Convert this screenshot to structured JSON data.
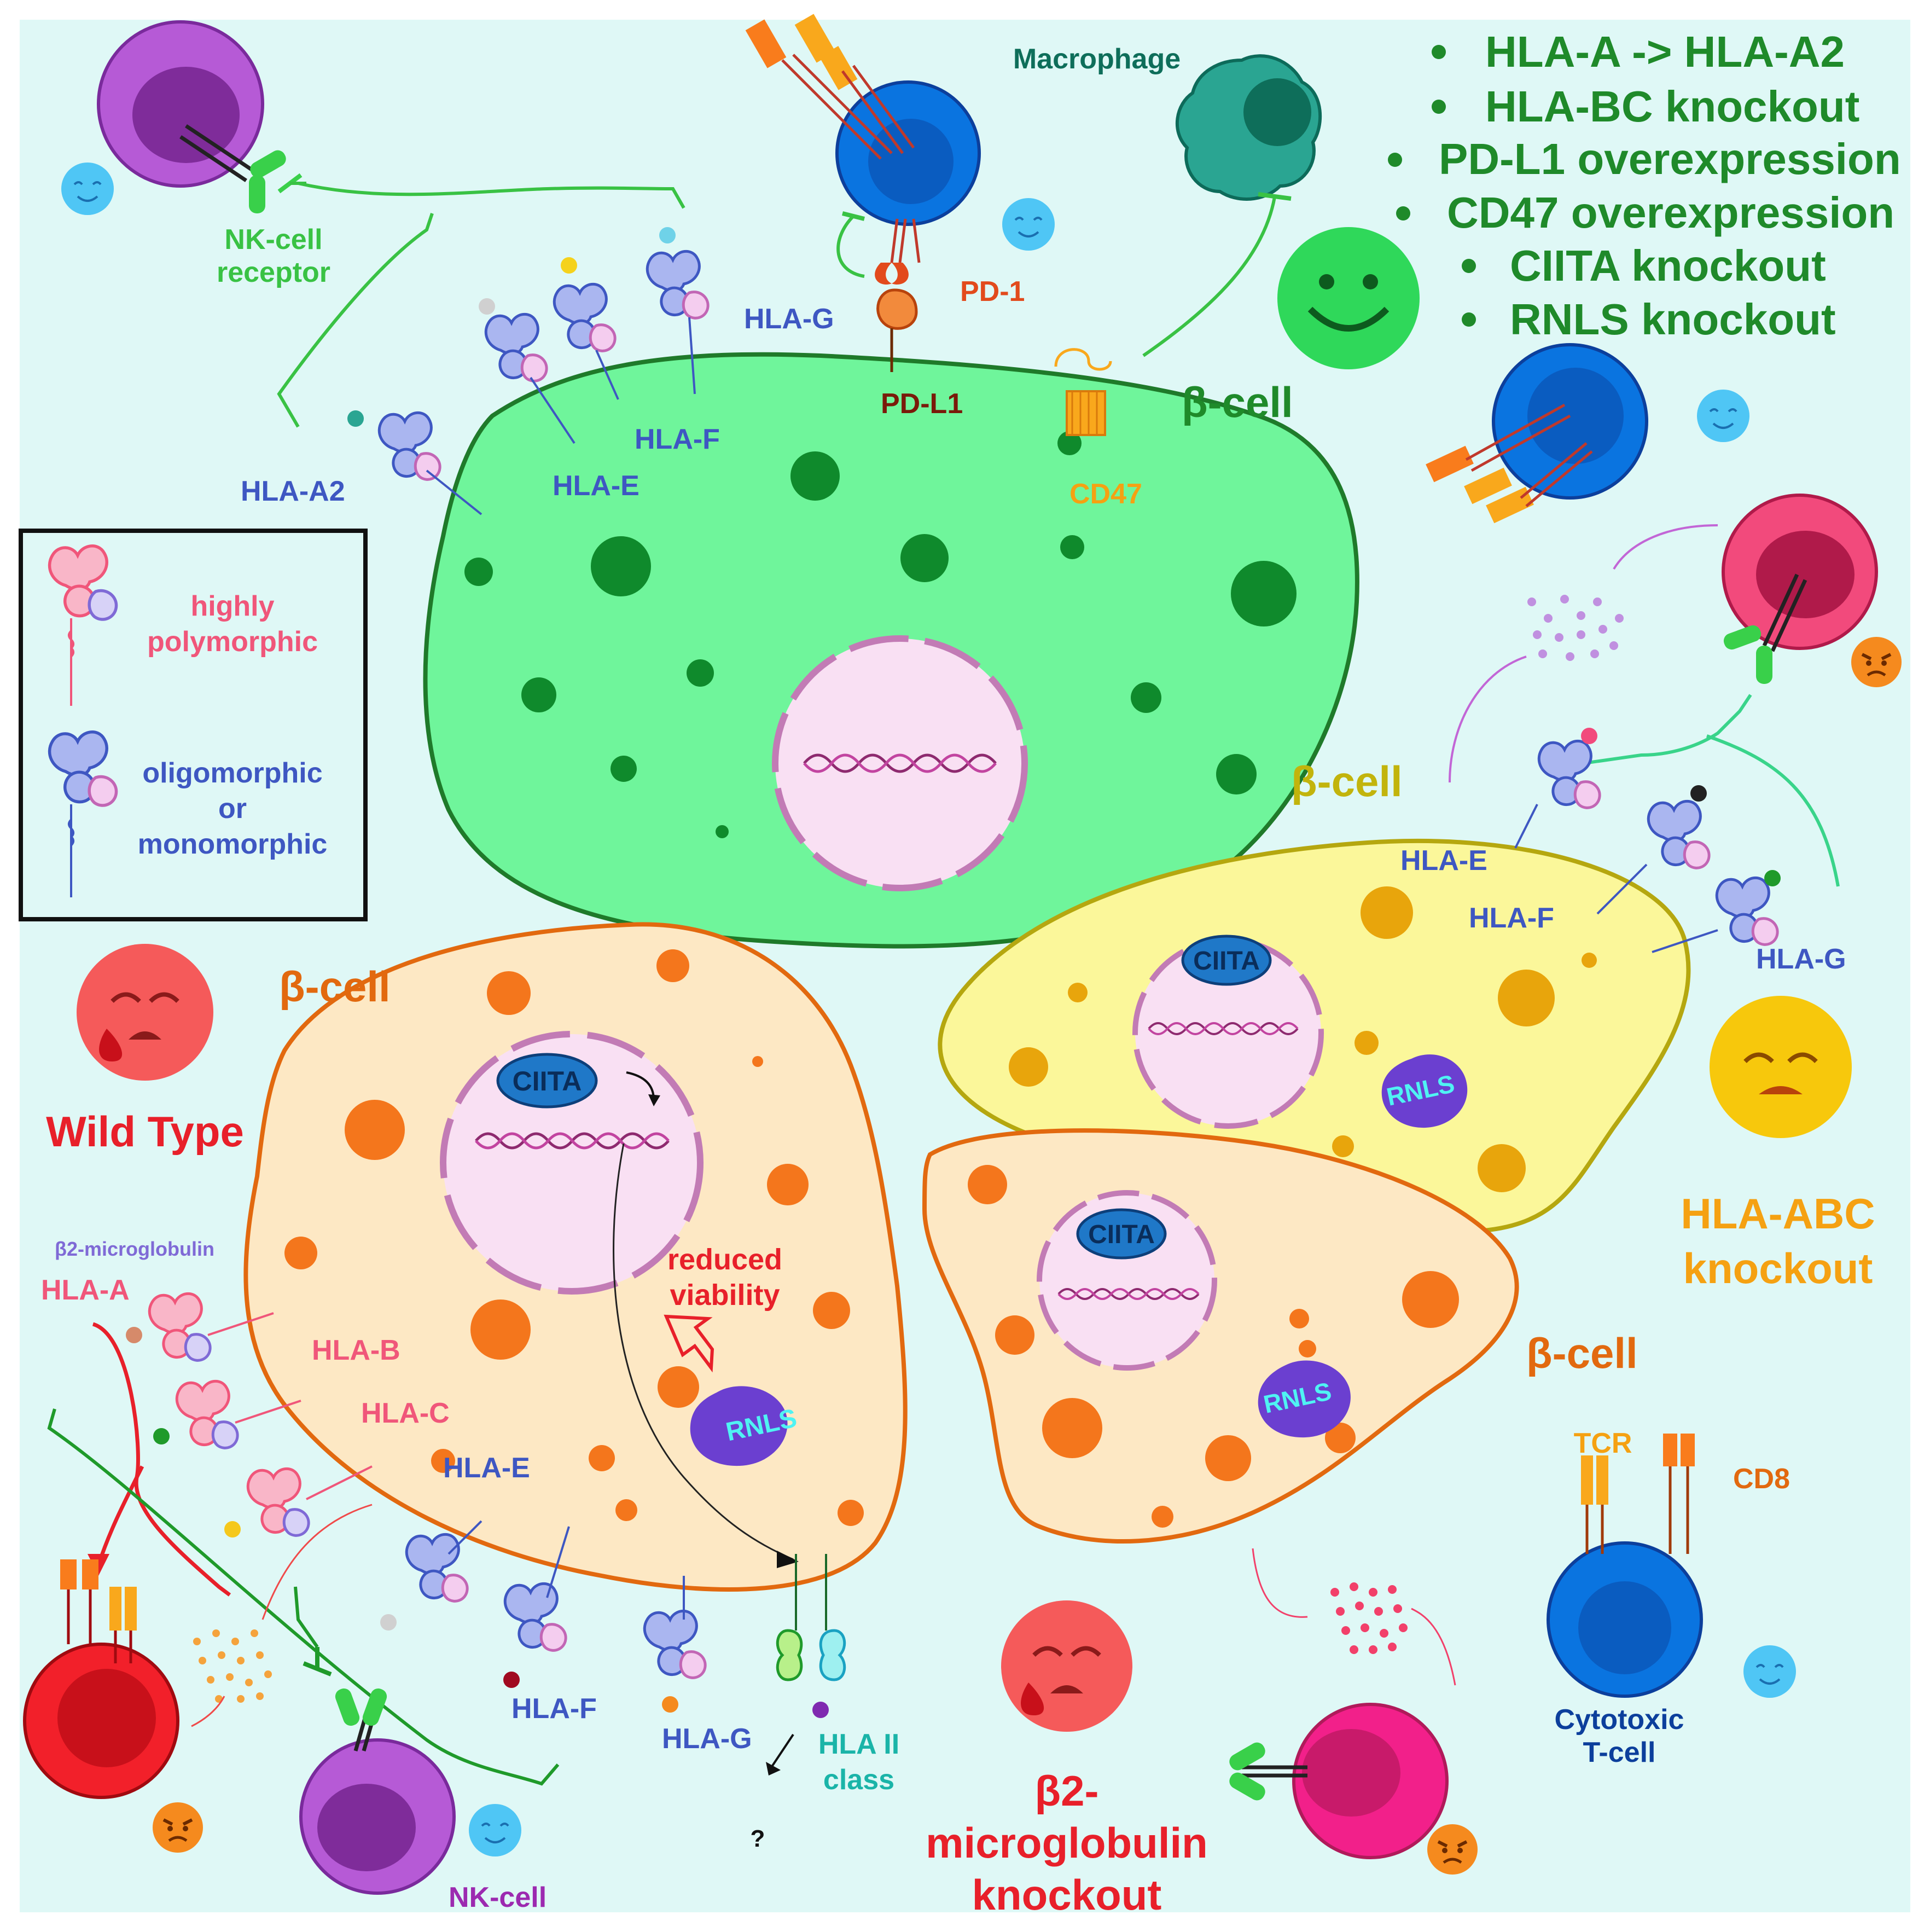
{
  "colors": {
    "background": "#dff8f6",
    "green_cell": "#6ff59b",
    "green_cell_border": "#1f7a2a",
    "yellow_cell": "#fbf79a",
    "yellow_cell_border": "#b5a70f",
    "orange_cell": "#fde8c4",
    "orange_cell_border": "#e2690f",
    "nucleus": "#f9e0f3",
    "nucleus_border": "#c27bb5",
    "label_green": "#1f8a2a",
    "label_blue": "#3e57c2",
    "label_pink": "#f0567a",
    "label_red": "#e8202a",
    "label_orange": "#f5a112",
    "label_olive": "#c2b40c"
  },
  "top_list": [
    "HLA-A -> HLA-A2",
    "HLA-BC knockout",
    "PD-L1 overexpression",
    "CD47 overexpression",
    "CIITA knockout",
    "RNLS knockout"
  ],
  "cells": {
    "green_beta": "β-cell",
    "yellow_beta": "β-cell",
    "orange_right_beta": "β-cell",
    "orange_left_beta": "β-cell"
  },
  "labels": {
    "macrophage": "Macrophage",
    "nk_receptor_line1": "NK-cell",
    "nk_receptor_line2": "receptor",
    "pd1": "PD-1",
    "pdl1": "PD-L1",
    "cd47": "CD47",
    "hla_g_top": "HLA-G",
    "hla_a2": "HLA-A2",
    "hla_e_top": "HLA-E",
    "hla_f_top": "HLA-F",
    "hla_e_yellow": "HLA-E",
    "hla_f_yellow": "HLA-F",
    "hla_g_yellow": "HLA-G",
    "ciita_wt": "CIITA",
    "ciita_yellow": "CIITA",
    "ciita_b2m": "CIITA",
    "rnls_wt": "RNLS",
    "rnls_yellow": "RNLS",
    "rnls_b2m": "RNLS",
    "b2m_small": "β2-microglobulin",
    "hla_a": "HLA-A",
    "hla_b": "HLA-B",
    "hla_c": "HLA-C",
    "hla_e_bottom": "HLA-E",
    "hla_f_bottom": "HLA-F",
    "hla_g_bottom": "HLA-G",
    "hla2_line1": "HLA II",
    "hla2_line2": "class",
    "question": "?",
    "reduced_line1": "reduced",
    "reduced_line2": "viability",
    "wild_type": "Wild Type",
    "nk_cell": "NK-cell",
    "tcr": "TCR",
    "cd8": "CD8",
    "ctl_line1": "Cytotoxic",
    "ctl_line2": "T-cell",
    "hla_abc_line1": "HLA-ABC",
    "hla_abc_line2": "knockout",
    "b2m_ko_line1": "β2-",
    "b2m_ko_line2": "microglobulin",
    "b2m_ko_line3": "knockout"
  },
  "legend": {
    "highly_line1": "highly",
    "highly_line2": "polymorphic",
    "oligo_line1": "oligomorphic",
    "oligo_line2": "or",
    "oligo_line3": "monomorphic"
  }
}
